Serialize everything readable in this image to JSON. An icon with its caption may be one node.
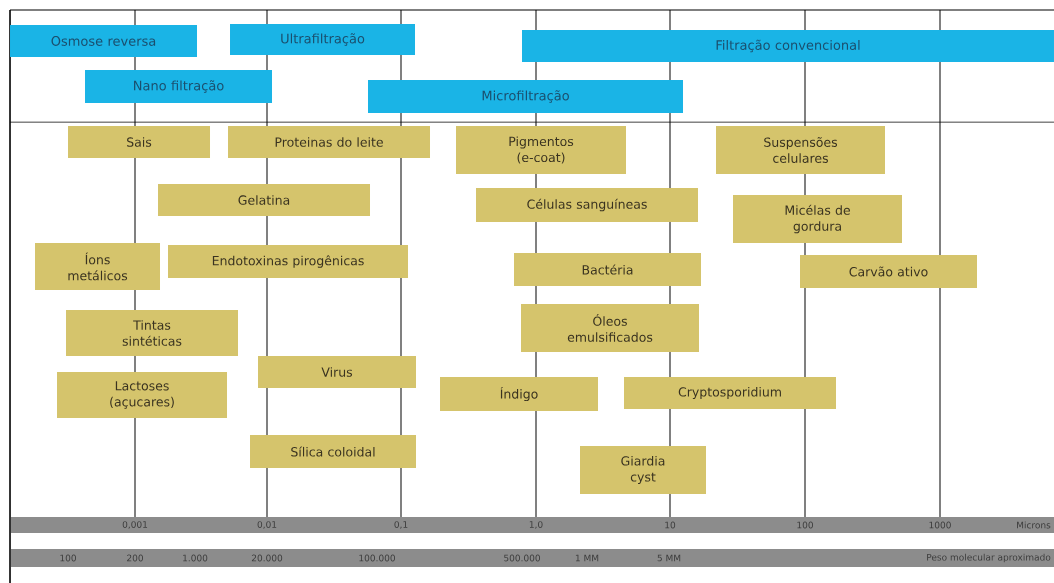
{
  "diagram": {
    "nodes": [
      {
        "text": [
          "Osmose reversa"
        ]
      },
      {
        "text": [
          "Ultrafiltração"
        ]
      },
      {
        "text": [
          "Filtração convencional"
        ]
      },
      {
        "text": [
          "Nano filtração"
        ]
      },
      {
        "text": [
          "Microfiltração"
        ]
      },
      {
        "text": [
          "Sais"
        ]
      },
      {
        "text": [
          "Proteinas do leite"
        ]
      },
      {
        "text": [
          "Pigmentos (e-coat)"
        ]
      },
      {
        "text": [
          "Suspensões celulares"
        ]
      },
      {
        "text": [
          "Gelatina"
        ]
      },
      {
        "text": [
          "Células sanguíneas"
        ]
      },
      {
        "text": [
          "Micélas de gordura"
        ]
      },
      {
        "text": [
          "Íons metálicos"
        ]
      },
      {
        "text": [
          "Endotoxinas pirogênicas"
        ]
      },
      {
        "text": [
          "Bactéria"
        ]
      },
      {
        "text": [
          "Carvão ativo"
        ]
      },
      {
        "text": [
          "Tintas sintéticas"
        ]
      },
      {
        "text": [
          "Óleos emulsificados"
        ]
      },
      {
        "text": [
          "Lactoses (açucares)"
        ]
      },
      {
        "text": [
          "Virus"
        ]
      },
      {
        "text": [
          "Índigo"
        ]
      },
      {
        "text": [
          "Cryptosporidium"
        ]
      },
      {
        "text": [
          "Sílica coloidal"
        ]
      },
      {
        "text": [
          "Giardia cyst"
        ]
      }
    ],
    "labels": [
      "0,001",
      "0,01",
      "0,1",
      "1,0",
      "10",
      "100",
      "1000",
      "Microns",
      "100",
      "200",
      "1.000",
      "20.000",
      "100.000",
      "500.000",
      "1 MM",
      "5 MM",
      "Peso molecular aproximado"
    ]
  }
}
